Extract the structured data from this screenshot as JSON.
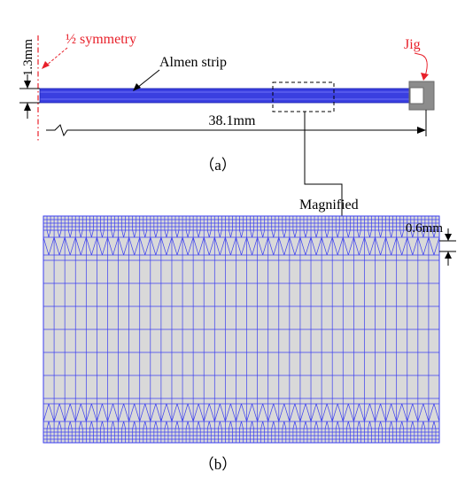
{
  "labels": {
    "thickness_dim": "1.3mm",
    "symmetry": "½ symmetry",
    "strip": "Almen strip",
    "jig": "Jig",
    "length_dim": "38.1mm",
    "caption_a": "（a）",
    "magnified": "Magnified",
    "mesh_dim": "0.6mm",
    "caption_b": "（b）"
  },
  "colors": {
    "annotation_red": "#e8202a",
    "strip_blue": "#3a3fe0",
    "mesh_blue": "#3b3ff0",
    "mesh_fill": "#d9d9d9",
    "jig_gray": "#8c8c8c"
  }
}
